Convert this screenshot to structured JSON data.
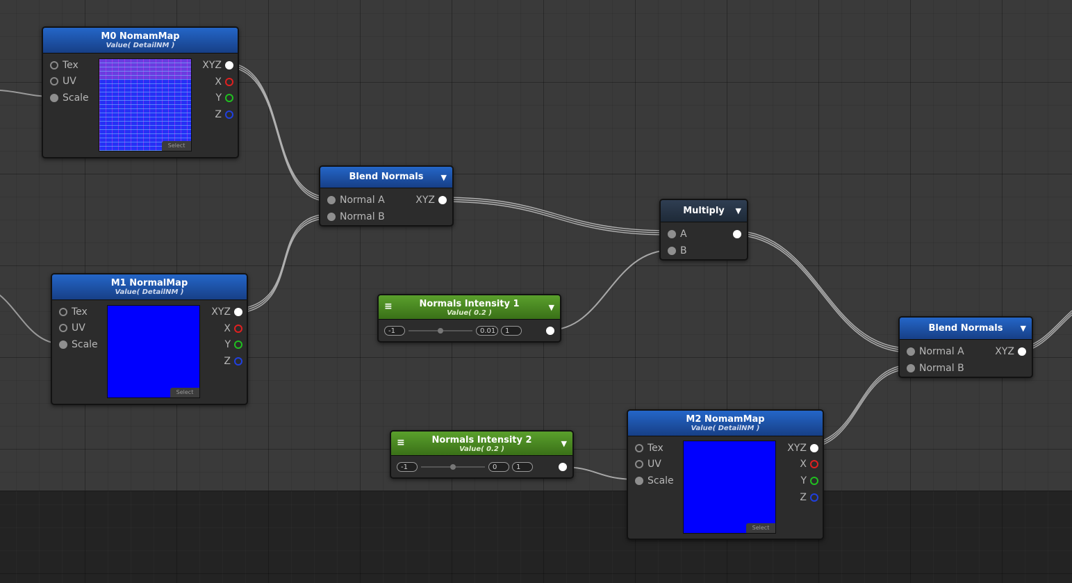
{
  "nodes": {
    "m0_normalmap": {
      "title": "M0 NomamMap",
      "subtitle": "Value( DetailNM )",
      "inputs": [
        "Tex",
        "UV",
        "Scale"
      ],
      "outputs": [
        "XYZ",
        "X",
        "Y",
        "Z"
      ],
      "select_label": "Select"
    },
    "m1_normalmap": {
      "title": "M1 NormalMap",
      "subtitle": "Value( DetailNM )",
      "inputs": [
        "Tex",
        "UV",
        "Scale"
      ],
      "outputs": [
        "XYZ",
        "X",
        "Y",
        "Z"
      ],
      "select_label": "Select"
    },
    "m2_normalmap": {
      "title": "M2 NomamMap",
      "subtitle": "Value( DetailNM )",
      "inputs": [
        "Tex",
        "UV",
        "Scale"
      ],
      "outputs": [
        "XYZ",
        "X",
        "Y",
        "Z"
      ],
      "select_label": "Select"
    },
    "blend_normals_1": {
      "title": "Blend Normals",
      "inputs": [
        "Normal A",
        "Normal B"
      ],
      "output": "XYZ"
    },
    "blend_normals_2": {
      "title": "Blend Normals",
      "inputs": [
        "Normal A",
        "Normal B"
      ],
      "output": "XYZ"
    },
    "multiply": {
      "title": "Multiply",
      "inputs": [
        "A",
        "B"
      ]
    },
    "normals_intensity_1": {
      "title": "Normals Intensity 1",
      "subtitle": "Value( 0.2 )",
      "min": "-1",
      "value": "0.01",
      "max": "1",
      "slider_fraction": 0.5
    },
    "normals_intensity_2": {
      "title": "Normals Intensity 2",
      "subtitle": "Value( 0.2 )",
      "min": "-1",
      "value": "0",
      "max": "1",
      "slider_fraction": 0.5
    }
  },
  "icons": {
    "dropdown": "▼",
    "menu": "≡"
  },
  "colors": {
    "header_blue": "#2466c8",
    "header_green": "#5aa02c",
    "header_dark": "#2f3e52",
    "pin_x": "#e02020",
    "pin_y": "#20c020",
    "pin_z": "#2040e0",
    "texture_blue": "#0000ff"
  }
}
